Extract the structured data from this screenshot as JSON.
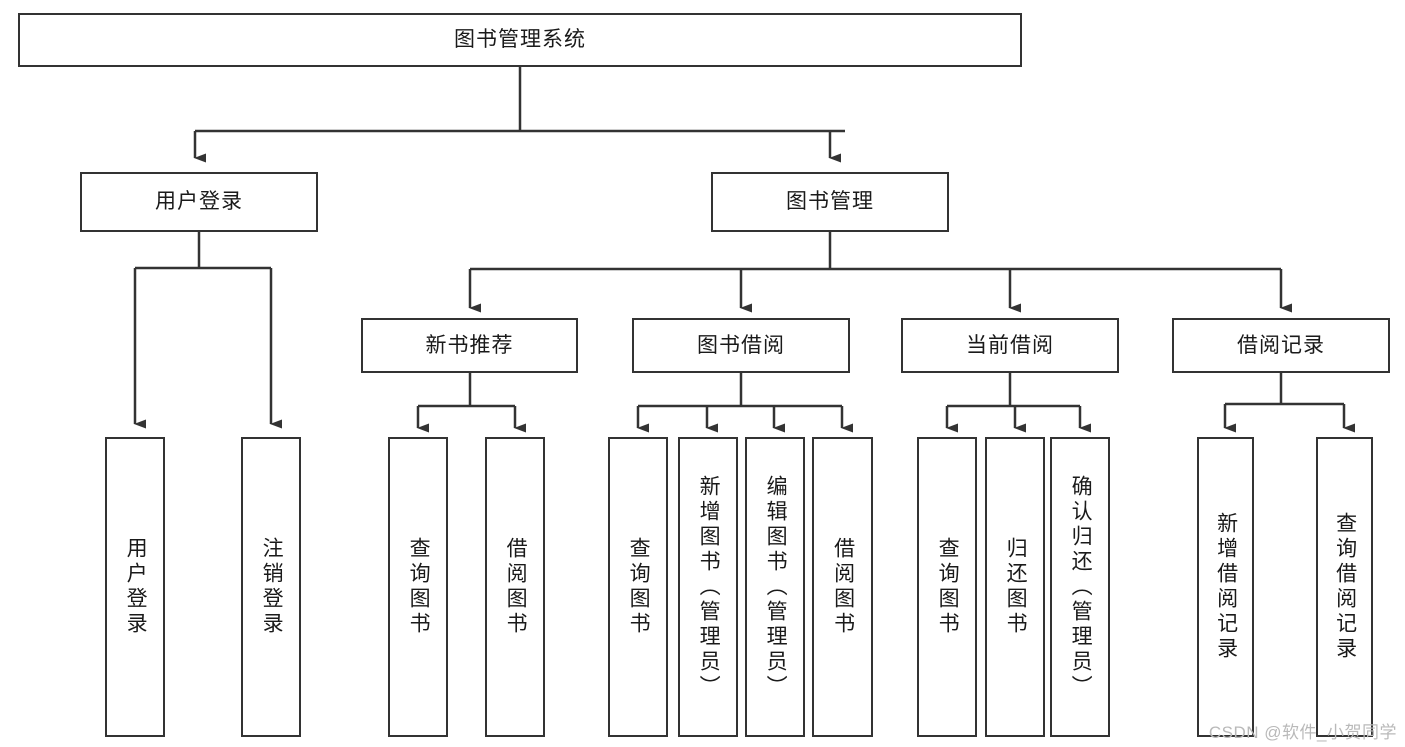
{
  "diagram": {
    "title": "图书管理系统",
    "watermark": "CSDN @软件_小贺同学",
    "colors": {
      "background": "#ffffff",
      "border": "#333333",
      "text": "#1a1a1a",
      "edge": "#333333",
      "watermark": "#b9b9b9"
    },
    "nodes": {
      "root": {
        "label": "图书管理系统"
      },
      "level2": [
        {
          "id": "user-login",
          "label": "用户登录"
        },
        {
          "id": "book-management",
          "label": "图书管理"
        }
      ],
      "level3": [
        {
          "id": "new-book-recommend",
          "label": "新书推荐"
        },
        {
          "id": "book-borrow",
          "label": "图书借阅"
        },
        {
          "id": "current-borrow",
          "label": "当前借阅"
        },
        {
          "id": "borrow-record",
          "label": "借阅记录"
        }
      ],
      "leaves": {
        "user_login": [
          {
            "id": "leaf-user-login",
            "label": "用户登录"
          },
          {
            "id": "leaf-user-logout",
            "label": "注销登录"
          }
        ],
        "new_book_recommend": [
          {
            "id": "leaf-query-book-1",
            "label": "查询图书"
          },
          {
            "id": "leaf-borrow-book-1",
            "label": "借阅图书"
          }
        ],
        "book_borrow": [
          {
            "id": "leaf-query-book-2",
            "label": "查询图书"
          },
          {
            "id": "leaf-add-book",
            "label": "新增图书（管理员）"
          },
          {
            "id": "leaf-edit-book",
            "label": "编辑图书（管理员）"
          },
          {
            "id": "leaf-borrow-book-2",
            "label": "借阅图书"
          }
        ],
        "current_borrow": [
          {
            "id": "leaf-query-book-3",
            "label": "查询图书"
          },
          {
            "id": "leaf-return-book",
            "label": "归还图书"
          },
          {
            "id": "leaf-confirm-return",
            "label": "确认归还（管理员）"
          }
        ],
        "borrow_record": [
          {
            "id": "leaf-add-record",
            "label": "新增借阅记录"
          },
          {
            "id": "leaf-query-record",
            "label": "查询借阅记录"
          }
        ]
      }
    }
  }
}
